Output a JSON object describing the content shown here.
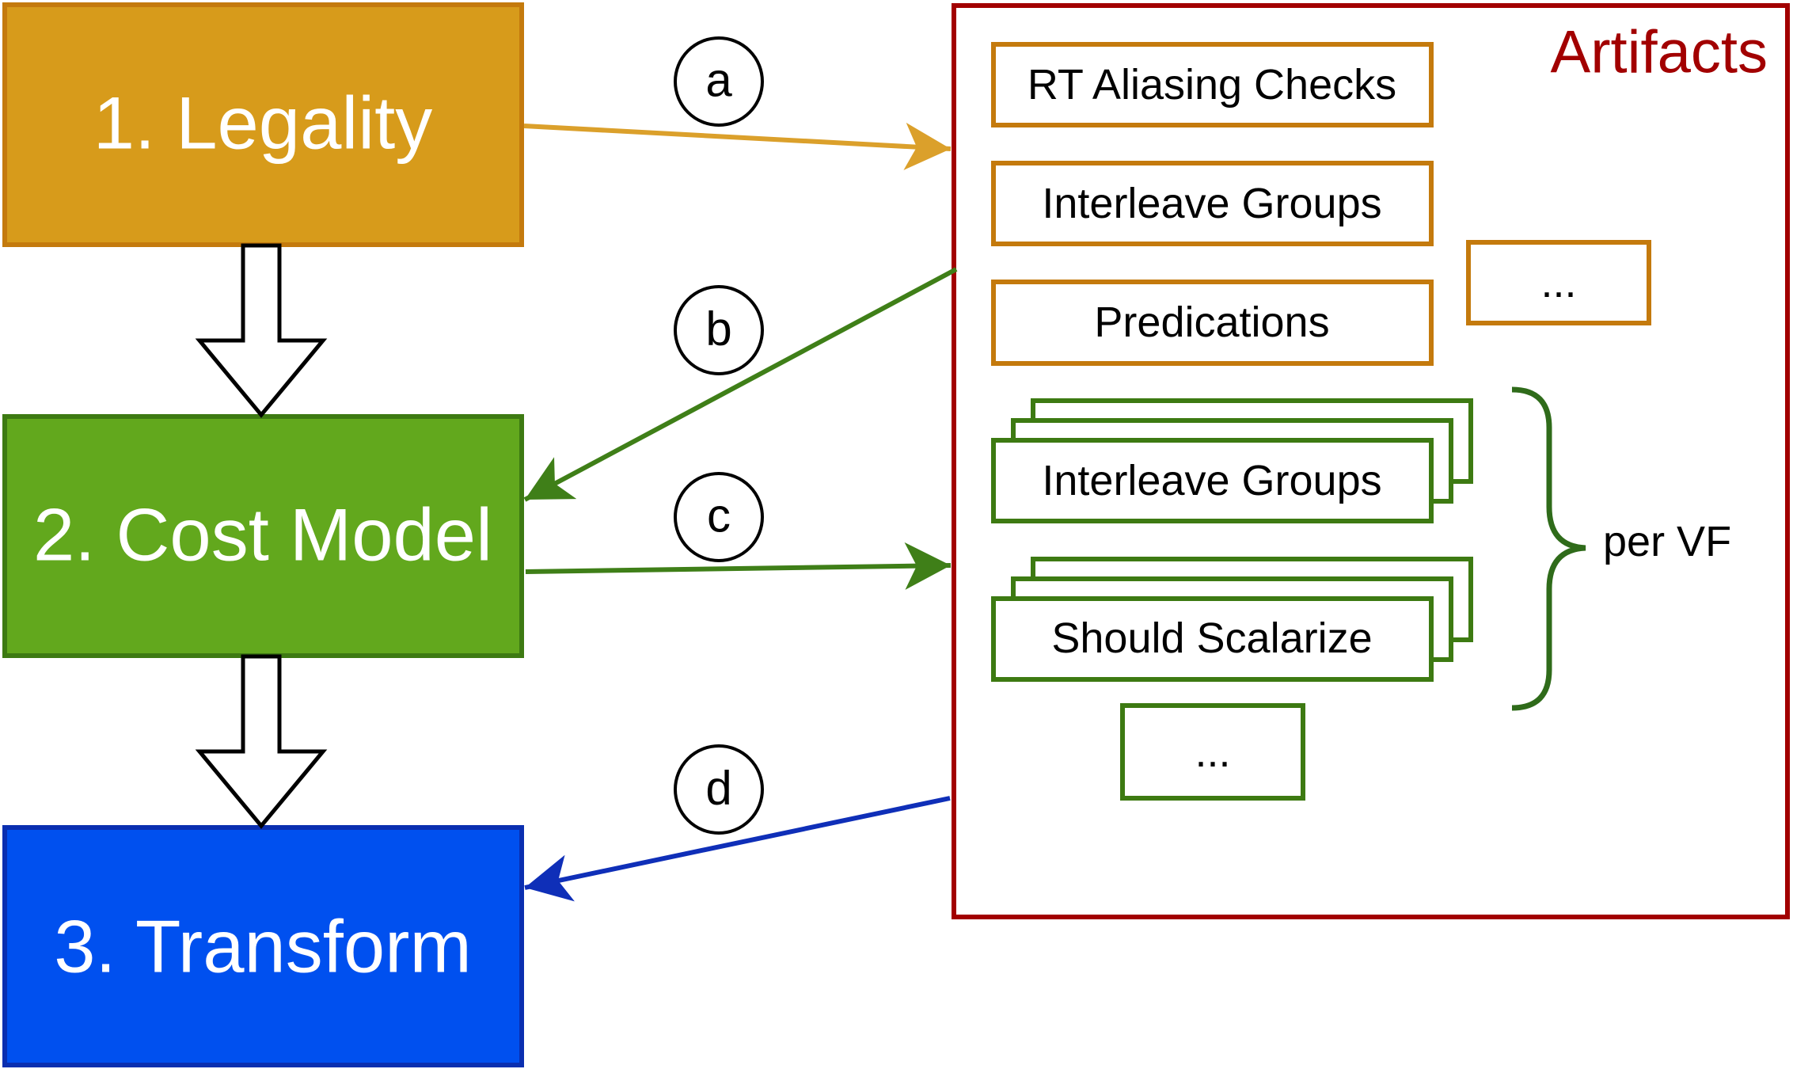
{
  "colors": {
    "legality_fill": "#d79b1b",
    "legality_stroke": "#c47a0d",
    "costmodel_fill": "#62a81d",
    "costmodel_stroke": "#3d7a12",
    "transform_fill": "#0050ef",
    "transform_stroke": "#0a2fb0",
    "artifacts_stroke": "#a20000",
    "orange_box_stroke": "#c47a0d",
    "green_box_stroke": "#3d7a12",
    "arrow_a": "#dba02b",
    "arrow_b": "#3f7f18",
    "arrow_c": "#3f7f18",
    "arrow_d": "#0f2fb8",
    "brace": "#2f6b1a"
  },
  "stages": {
    "legality": "1. Legality",
    "cost_model": "2. Cost Model",
    "transform": "3. Transform"
  },
  "steps": {
    "a": "a",
    "b": "b",
    "c": "c",
    "d": "d"
  },
  "artifacts": {
    "title": "Artifacts",
    "legality_items": {
      "rt_aliasing": "RT Aliasing Checks",
      "interleave_groups": "Interleave Groups",
      "predications": "Predications",
      "more": "..."
    },
    "cost_model_items": {
      "interleave_groups": "Interleave Groups",
      "should_scalarize": "Should Scalarize",
      "more": "..."
    },
    "brace_label": "per VF"
  }
}
